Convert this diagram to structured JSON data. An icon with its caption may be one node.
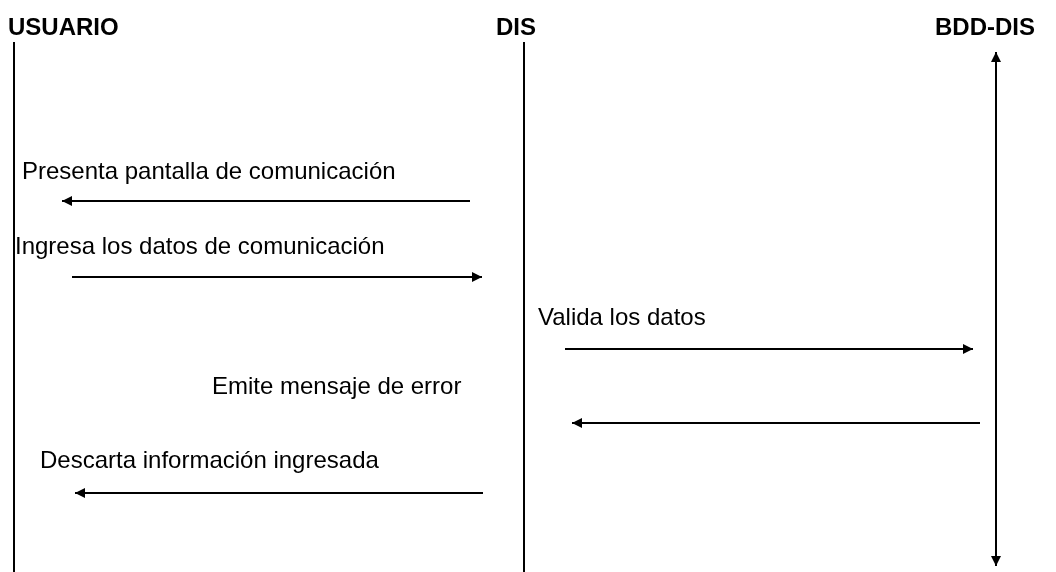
{
  "diagram": {
    "nodes": [
      {
        "text": [
          "USUARIO"
        ]
      },
      {
        "text": [
          "DIS"
        ]
      },
      {
        "text": [
          "BDD-DIS"
        ]
      }
    ],
    "edges": [
      {
        "from": 1,
        "to": 0,
        "arrow": "to",
        "label": "Presenta pantalla de comunicación"
      },
      {
        "from": 0,
        "to": 1,
        "arrow": "to",
        "label": "Ingresa los datos de comunicación"
      },
      {
        "from": 1,
        "to": 2,
        "arrow": "to",
        "label": "Valida los datos"
      },
      {
        "from": 2,
        "to": 1,
        "arrow": "to",
        "label": "Emite mensaje de error"
      },
      {
        "from": 1,
        "to": 0,
        "arrow": "to",
        "label": "Descarta información ingresada"
      }
    ]
  }
}
